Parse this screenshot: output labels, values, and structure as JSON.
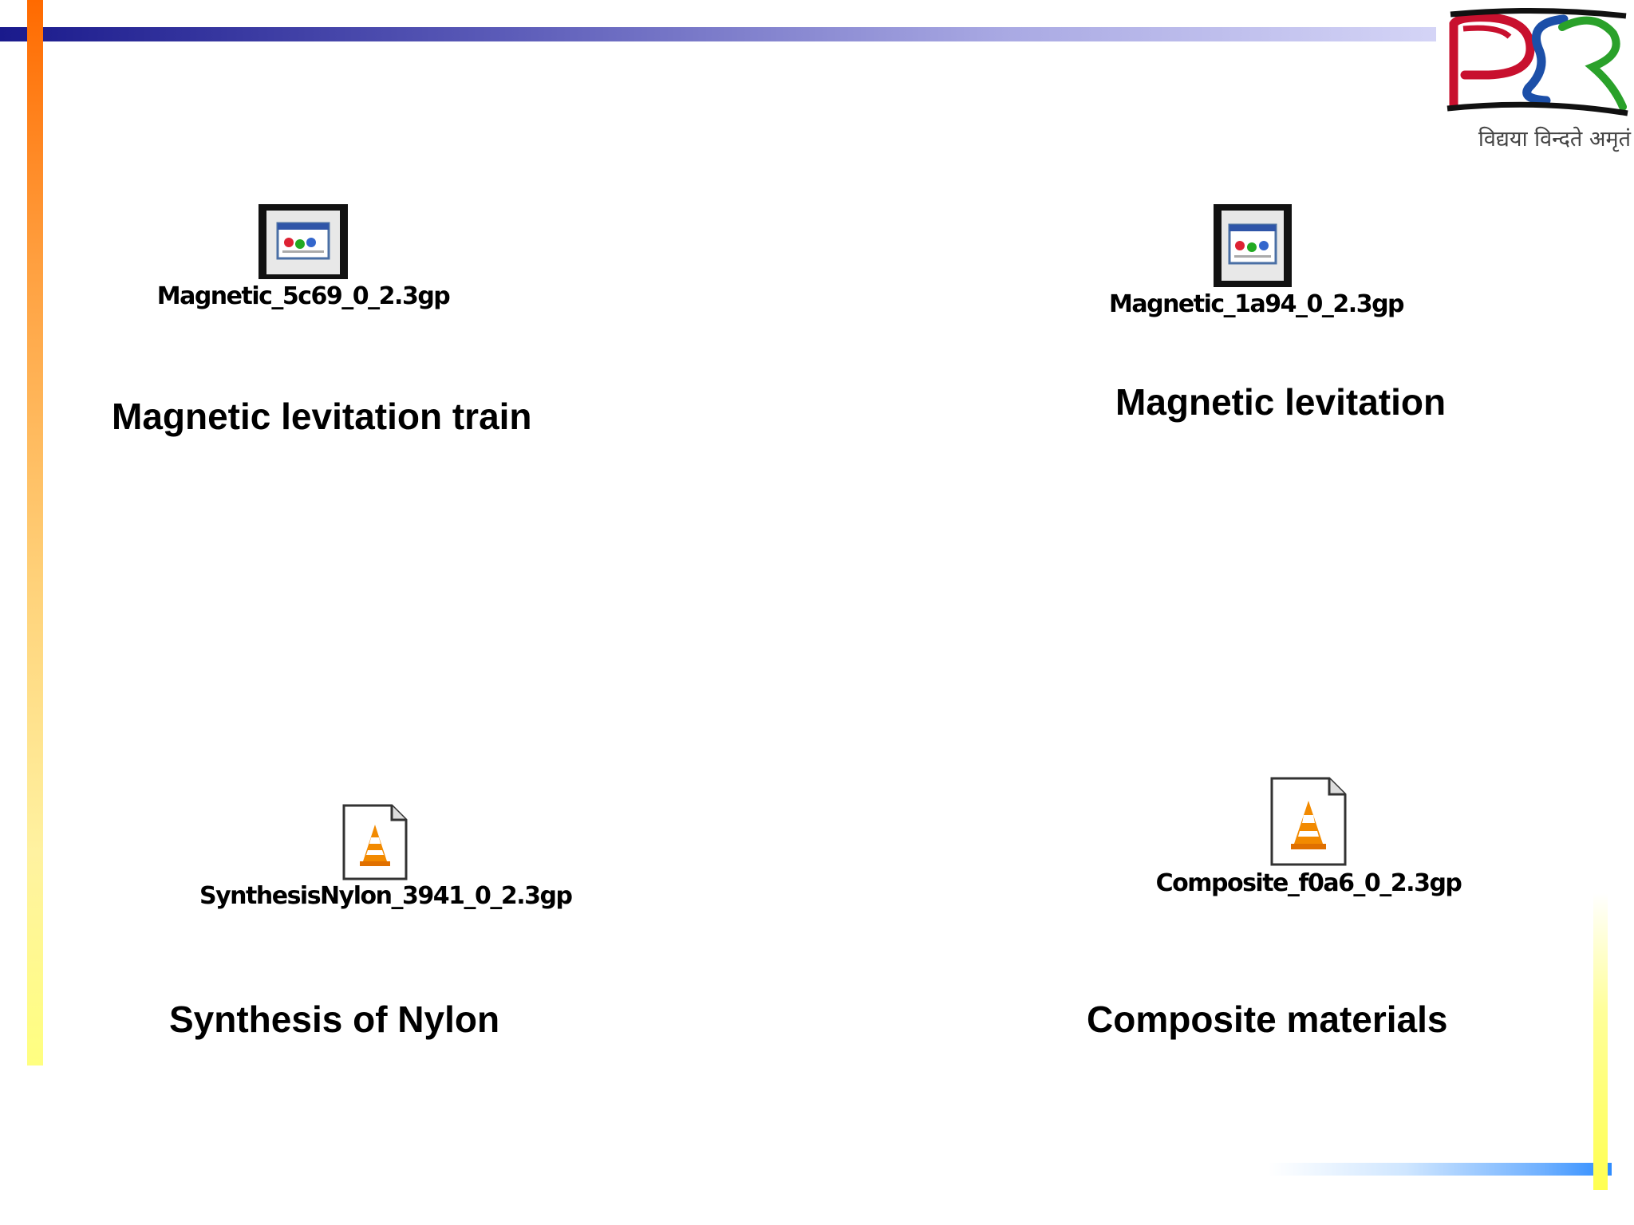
{
  "logo": {
    "letters": "PSR",
    "tagline": "विद्यया विन्दते अमृतं",
    "colors": {
      "p": "#c8102e",
      "s": "#1c4fa8",
      "r": "#2aa12a",
      "rule": "#111111"
    }
  },
  "decor_colors": {
    "top_bar": "#1a1a8c",
    "left_bar": "#ff6a00",
    "bottom_bar": "#2e8cff",
    "right_bar": "#ffff50"
  },
  "items": [
    {
      "file_name": "Magnetic_5c69_0_2.3gp",
      "icon": "media-player-file-icon",
      "caption": "Magnetic levitation train"
    },
    {
      "file_name": "Magnetic_1a94_0_2.3gp",
      "icon": "media-player-file-icon",
      "caption": "Magnetic levitation"
    },
    {
      "file_name": "SynthesisNylon_3941_0_2.3gp",
      "icon": "vlc-cone-file-icon",
      "caption": "Synthesis of Nylon"
    },
    {
      "file_name": "Composite_f0a6_0_2.3gp",
      "icon": "vlc-cone-file-icon",
      "caption": "Composite materials"
    }
  ]
}
